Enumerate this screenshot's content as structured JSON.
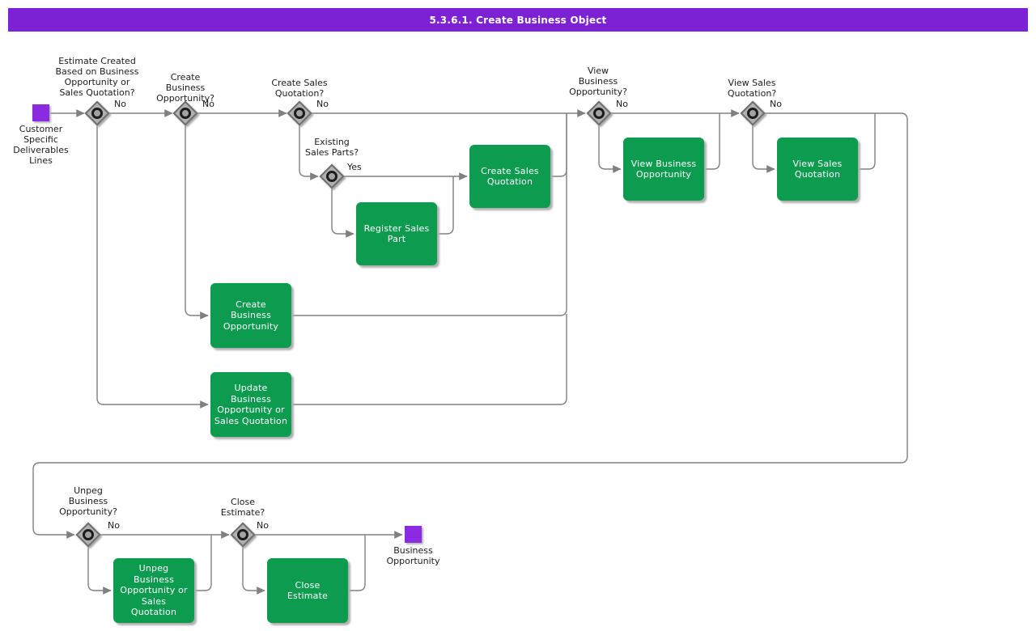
{
  "header": {
    "title": "5.3.6.1. Create Business Object"
  },
  "colors": {
    "title_bar": "#7C22D4",
    "object_node": "#8A2BE2",
    "activity_node": "#0D9B4F",
    "connector": "#808080",
    "gateway_fill": "#B0B0B0",
    "gateway_ring": "#1C1C1C"
  },
  "start": {
    "label": "Customer\nSpecific\nDeliverables\nLines"
  },
  "end": {
    "label": "Business\nOpportunity"
  },
  "decisions": [
    {
      "question": "Estimate Created\nBased on Business\nOpportunity or\nSales Quotation?",
      "branch": "No"
    },
    {
      "question": "Create\nBusiness\nOpportunity?",
      "branch": "No"
    },
    {
      "question": "Create Sales\nQuotation?",
      "branch": "No"
    },
    {
      "question": "Existing\nSales Parts?",
      "branch": "Yes"
    },
    {
      "question": "View\nBusiness\nOpportunity?",
      "branch": "No"
    },
    {
      "question": "View Sales\nQuotation?",
      "branch": "No"
    },
    {
      "question": "Unpeg\nBusiness\nOpportunity?",
      "branch": "No"
    },
    {
      "question": "Close\nEstimate?",
      "branch": "No"
    }
  ],
  "tasks": [
    {
      "label": "Create Sales\nQuotation"
    },
    {
      "label": "Register Sales\nPart"
    },
    {
      "label": "View Business\nOpportunity"
    },
    {
      "label": "View Sales\nQuotation"
    },
    {
      "label": "Create\nBusiness\nOpportunity"
    },
    {
      "label": "Update\nBusiness\nOpportunity or\nSales Quotation"
    },
    {
      "label": "Unpeg\nBusiness\nOpportunity or\nSales\nQuotation"
    },
    {
      "label": "Close\nEstimate"
    }
  ]
}
